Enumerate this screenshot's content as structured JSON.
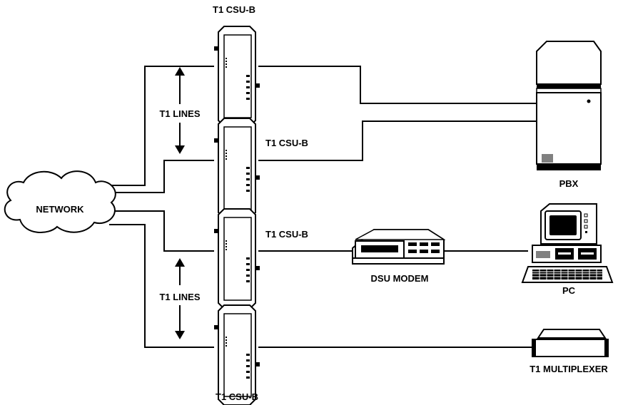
{
  "labels": {
    "network": "NETWORK",
    "csu_1": "T1 CSU-B",
    "csu_2": "T1 CSU-B",
    "csu_3": "T1 CSU-B",
    "csu_4": "T1 CSU-B",
    "t1_lines_top": "T1 LINES",
    "t1_lines_bottom": "T1 LINES",
    "pbx": "PBX",
    "dsu_modem": "DSU MODEM",
    "pc": "PC",
    "t1_multiplexer": "T1 MULTIPLEXER"
  },
  "colors": {
    "line": "#000000",
    "background": "#ffffff"
  }
}
